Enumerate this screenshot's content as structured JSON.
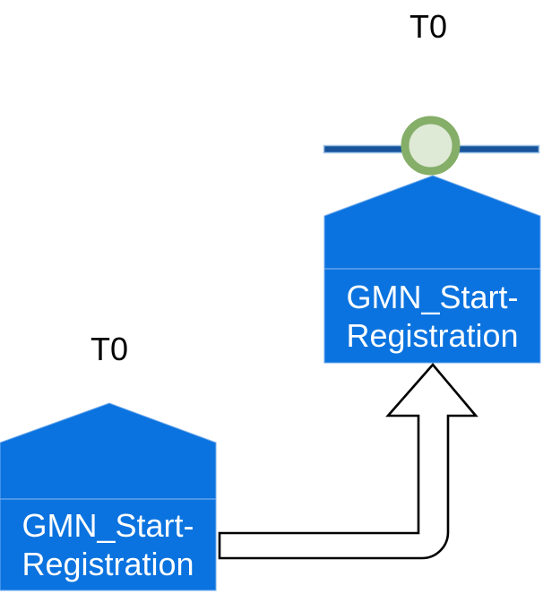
{
  "diagram": {
    "description": "Event trigger diagram: two pentagon event shapes labeled with a timeline marker and a bent connector arrow",
    "right_group": {
      "timestamp_label": "T0",
      "shape_label_line1": "GMN_Start-",
      "shape_label_line2": "Registration"
    },
    "left_group": {
      "timestamp_label": "T0",
      "shape_label_line1": "GMN_Start-",
      "shape_label_line2": "Registration"
    },
    "colors": {
      "background": "#FFFFFF",
      "shape_fill_blue": "#0B73DF",
      "shape_edge_light": "#74ACEC",
      "timeline_line_fill": "#17549B",
      "timeline_line_edge": "#9DC3E6",
      "marker_ring_green": "#85AE68",
      "marker_fill_green": "#DEE9D6",
      "arrow_fill": "#FFFFFF",
      "arrow_outline": "#000000",
      "shape_text": "#FFFFFF",
      "timestamp_text": "#000000"
    }
  }
}
